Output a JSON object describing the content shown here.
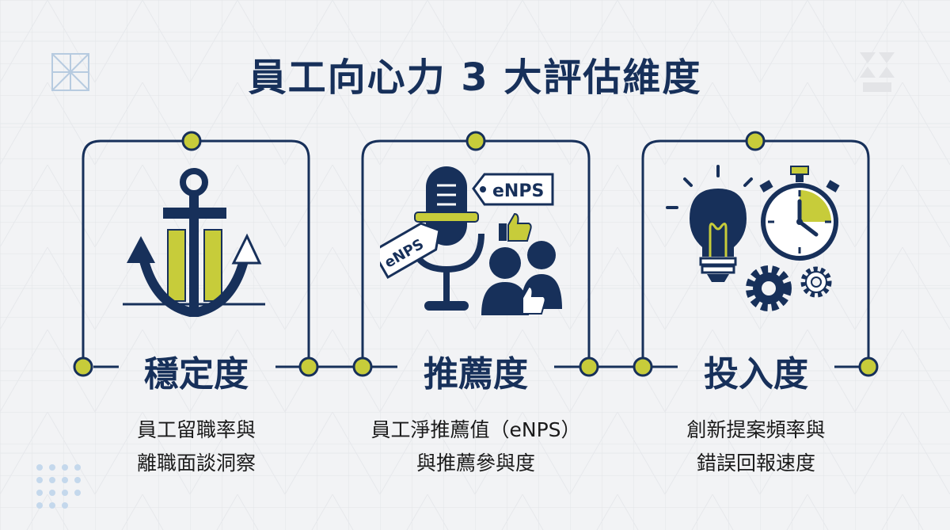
{
  "header": {
    "title": "員工向心力 3 大評估維度"
  },
  "cards": [
    {
      "title": "穩定度",
      "desc": "員工留職率與\n離職面談洞察",
      "icon": "anchor-icon"
    },
    {
      "title": "推薦度",
      "desc": "員工淨推薦值（eNPS）\n與推薦參與度",
      "icon": "microphone-icon",
      "tags": [
        "eNPS",
        "eNPS"
      ]
    },
    {
      "title": "投入度",
      "desc": "創新提案頻率與\n錯誤回報速度",
      "icon": "lightbulb-stopwatch-icon"
    }
  ],
  "colors": {
    "navy": "#17305a",
    "accent": "#c7cc3a",
    "background": "#f2f3f5"
  }
}
